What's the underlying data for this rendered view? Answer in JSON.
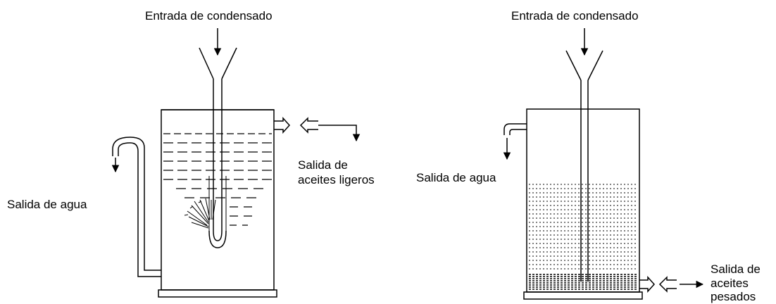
{
  "left_separator": {
    "inlet_label": "Entrada de condensado",
    "water_outlet_label": "Salida de agua",
    "light_oil_outlet_line1": "Salida de",
    "light_oil_outlet_line2": "aceites ligeros"
  },
  "right_separator": {
    "inlet_label": "Entrada de condensado",
    "water_outlet_label": "Salida de agua",
    "heavy_oil_outlet_line1": "Salida de",
    "heavy_oil_outlet_line2": "aceites",
    "heavy_oil_outlet_line3": "pesados"
  },
  "colors": {
    "stroke": "#000000",
    "background": "#ffffff"
  }
}
